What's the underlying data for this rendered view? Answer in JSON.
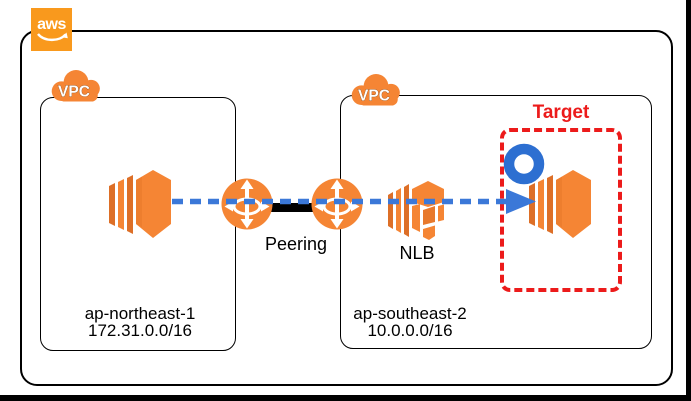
{
  "logo": {
    "text": "aws"
  },
  "vpcs": {
    "left": {
      "cloud_label": "VPC",
      "region": "ap-northeast-1",
      "cidr": "172.31.0.0/16"
    },
    "right": {
      "cloud_label": "VPC",
      "region": "ap-southeast-2",
      "cidr": "10.0.0.0/16"
    }
  },
  "labels": {
    "peering": "Peering",
    "nlb": "NLB",
    "target": "Target"
  },
  "icons": {
    "left_vpc_icon": "vpc-cloud-icon",
    "right_vpc_icon": "vpc-cloud-icon",
    "source_instance": "ec2-instance-icon",
    "peering_routers": "vpc-peering-icon",
    "load_balancer": "nlb-icon",
    "target_instance": "ec2-instance-icon",
    "target_group_ring": "target-group-icon",
    "flow": "traffic-flow-dashed-arrow"
  },
  "colors": {
    "icon_orange": "#F58534",
    "icon_orange_dark": "#DD6F27",
    "logo_orange": "#F9991D",
    "flow_blue": "#3B78D8",
    "ring_blue": "#2D6FD1",
    "target_red": "#EC1B1B",
    "line_black": "#000000",
    "background": "#FFFFFF"
  }
}
